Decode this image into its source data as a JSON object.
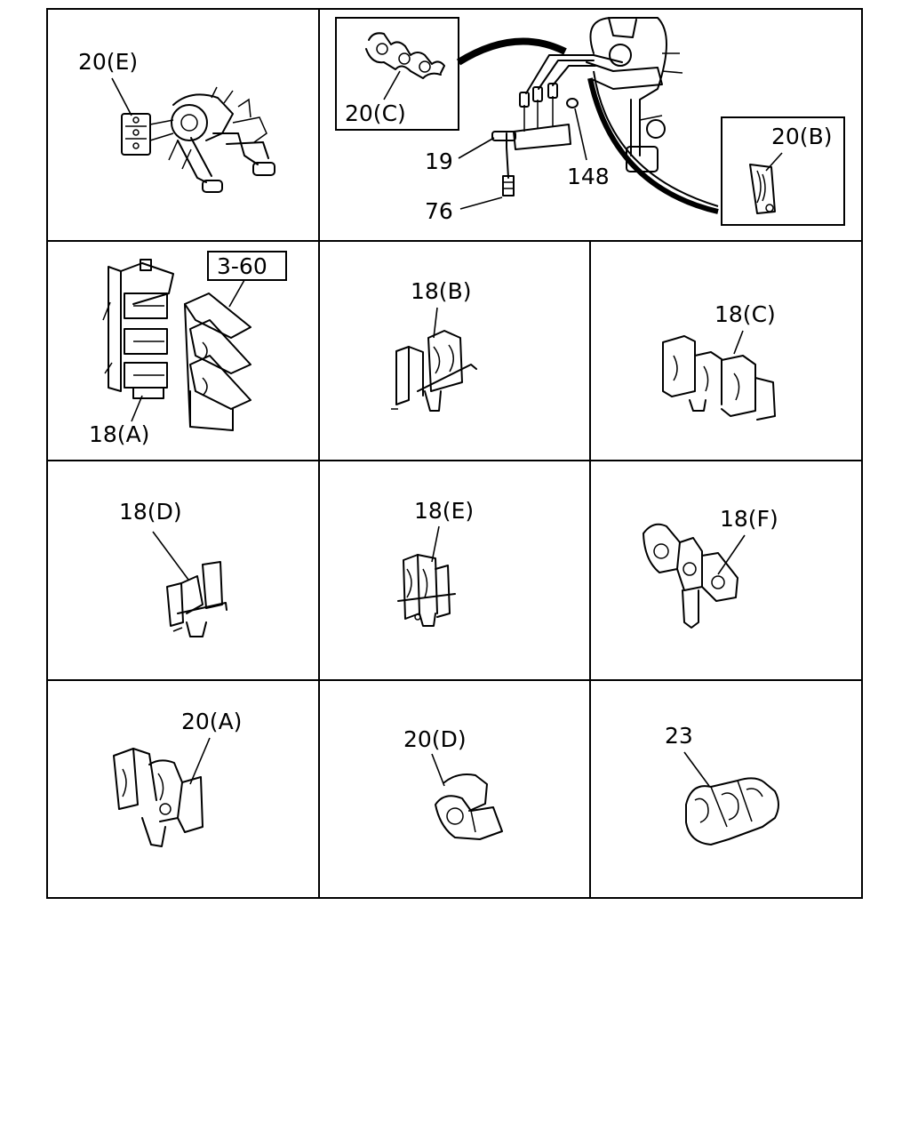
{
  "diagram": {
    "panels": [
      {
        "id": "p1",
        "labels": [
          "20(E)"
        ]
      },
      {
        "id": "p2",
        "labels": [
          "20(C)",
          "19",
          "148",
          "76",
          "20(B)"
        ]
      },
      {
        "id": "p3",
        "labels": [
          "3-60",
          "18(A)"
        ]
      },
      {
        "id": "p4",
        "labels": [
          "18(B)"
        ]
      },
      {
        "id": "p5",
        "labels": [
          "18(C)"
        ]
      },
      {
        "id": "p6",
        "labels": [
          "18(D)"
        ]
      },
      {
        "id": "p7",
        "labels": [
          "18(E)"
        ]
      },
      {
        "id": "p8",
        "labels": [
          "18(F)"
        ]
      },
      {
        "id": "p9",
        "labels": [
          "20(A)"
        ]
      },
      {
        "id": "p10",
        "labels": [
          "20(D)"
        ]
      },
      {
        "id": "p11",
        "labels": [
          "23"
        ]
      }
    ]
  }
}
